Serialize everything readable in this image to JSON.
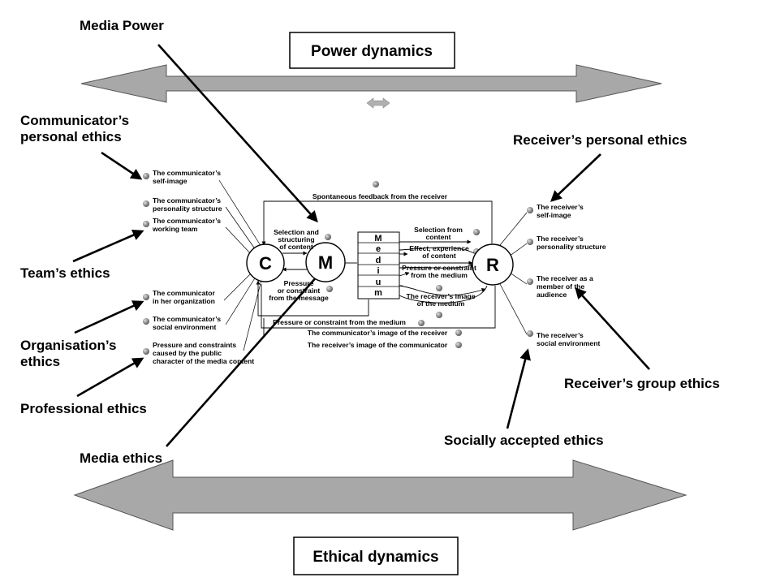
{
  "colors": {
    "arrow_fill": "#a8a8a8",
    "ball": "#8a8a8a",
    "line": "#000000"
  },
  "power_dynamics": "Power dynamics",
  "ethical_dynamics": "Ethical dynamics",
  "ethics_labels": {
    "media_power": "Media Power",
    "communicators_personal_1": "Communicator’s",
    "communicators_personal_2": "personal ethics",
    "teams": "Team’s ethics",
    "organisations_1": "Organisation’s",
    "organisations_2": "ethics",
    "professional": "Professional ethics",
    "media": "Media ethics",
    "receivers_personal": "Receiver’s personal ethics",
    "receivers_group": "Receiver’s group ethics",
    "socially_accepted": "Socially accepted ethics"
  },
  "communicator_factors": {
    "self_image_1": "The communicator’s",
    "self_image_2": "self-image",
    "personality_1": "The communicator’s",
    "personality_2": "personality structure",
    "team_1": "The communicator’s",
    "team_2": "working team",
    "org_1": "The communicator",
    "org_2": "in her organization",
    "social_1": "The communicator’s",
    "social_2": "social environment",
    "public_1": "Pressure and constraints",
    "public_2": "caused by the public",
    "public_3": "character of the media content"
  },
  "receiver_factors": {
    "self_image_1": "The receiver’s",
    "self_image_2": "self-image",
    "personality_1": "The receiver’s",
    "personality_2": "personality structure",
    "member_1": "The receiver as a",
    "member_2": "member of the",
    "member_3": "audience",
    "social_1": "The receiver’s",
    "social_2": "social environment"
  },
  "nodes": {
    "c": "C",
    "m": "M",
    "r": "R"
  },
  "medium_letters": [
    "M",
    "e",
    "d",
    "i",
    "u",
    "m"
  ],
  "flows": {
    "feedback": "Spontaneous feedback from the receiver",
    "selection_structuring_1": "Selection and",
    "selection_structuring_2": "structuring",
    "selection_structuring_3": "of content",
    "pressure_message_1": "Pressure",
    "pressure_message_2": "or constraint",
    "pressure_message_3": "from the message",
    "selection_content_1": "Selection from",
    "selection_content_2": "content",
    "effect_1": "Effect, experience",
    "effect_2": "of content",
    "pressure_medium_right_1": "Pressure or constraint",
    "pressure_medium_right_2": "from the medium",
    "image_medium_1": "The receiver’s image",
    "image_medium_2": "of the medium",
    "pressure_medium_bottom": "Pressure or constraint from the medium",
    "comm_image_receiver": "The communicator’s image of the receiver",
    "recv_image_communicator": "The receiver’s image of the communicator"
  }
}
